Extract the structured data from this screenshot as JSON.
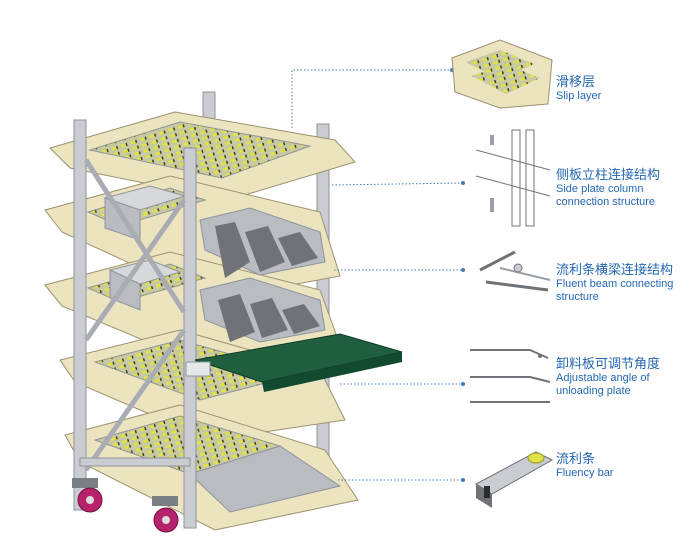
{
  "callouts": [
    {
      "id": "slip-layer",
      "zh": "滑移层",
      "en_lines": [
        "Slip layer"
      ]
    },
    {
      "id": "side-plate",
      "zh": "侧板立柱连接结构",
      "en_lines": [
        "Side plate column",
        "connection structure"
      ]
    },
    {
      "id": "fluent-beam",
      "zh": "流利条横梁连接结构",
      "en_lines": [
        "Fluent beam connecting",
        "structure"
      ]
    },
    {
      "id": "adjustable-angle",
      "zh": "卸料板可调节角度",
      "en_lines": [
        "Adjustable angle of",
        "unloading plate"
      ]
    },
    {
      "id": "fluency-bar",
      "zh": "流利条",
      "en_lines": [
        "Fluency bar"
      ]
    }
  ],
  "colors": {
    "frame": "#c9ccd1",
    "frame_dark": "#8e949c",
    "shelf_cream": "#ece3bf",
    "roller": "#d9d94a",
    "bin_grey": "#b9bcc0",
    "bench_green": "#1f5f3f",
    "caster": "#b8226c",
    "label_blue": "#2468b3"
  }
}
